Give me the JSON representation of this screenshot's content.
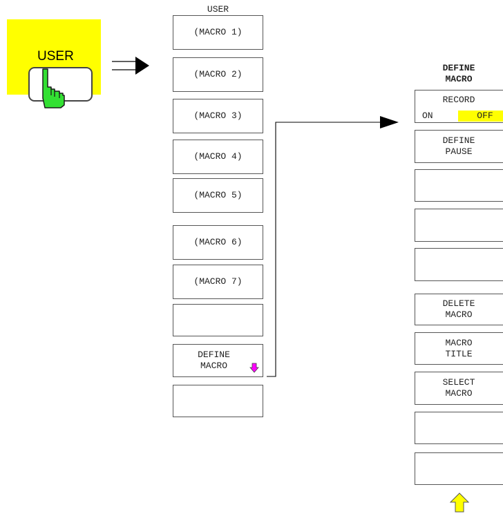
{
  "user_key": {
    "label": "USER",
    "color": "#ffff00",
    "hand_color": "#33e033"
  },
  "user_menu": {
    "title": "USER",
    "items": {
      "m1": "(MACRO 1)",
      "m2": "(MACRO 2)",
      "m3": "(MACRO 3)",
      "m4": "(MACRO 4)",
      "m5": "(MACRO 5)",
      "m6": "(MACRO 6)",
      "m7": "(MACRO 7)",
      "define_line1": "DEFINE",
      "define_line2": "MACRO"
    },
    "submenu_arrow_color": "#ff00ff"
  },
  "define_menu": {
    "title_line1": "DEFINE",
    "title_line2": "MACRO",
    "record": {
      "label": "RECORD",
      "on": "ON",
      "off": "OFF",
      "active": "OFF"
    },
    "pause_line1": "DEFINE",
    "pause_line2": "PAUSE",
    "delete_line1": "DELETE",
    "delete_line2": "MACRO",
    "title_key_line1": "MACRO",
    "title_key_line2": "TITLE",
    "select_line1": "SELECT",
    "select_line2": "MACRO",
    "return_arrow_color": "#ffff00"
  }
}
